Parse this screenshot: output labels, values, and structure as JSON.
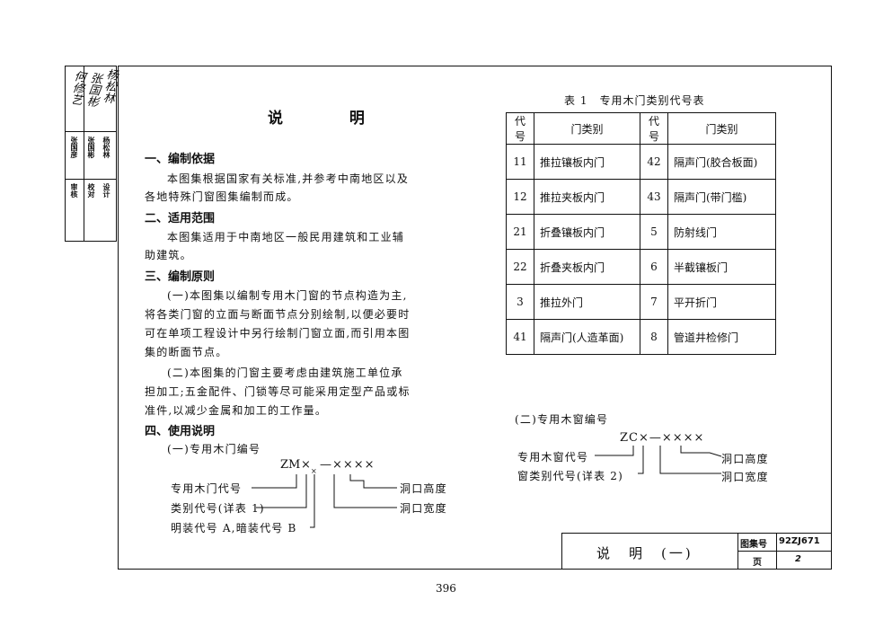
{
  "signature_block": {
    "roles": [
      "审核",
      "校对",
      "设计"
    ],
    "names": [
      "张国彦",
      "张国彬",
      "杨松林"
    ],
    "signatures": [
      "何修艺",
      "张国彬",
      "杨松林"
    ]
  },
  "doc_title": "说 明",
  "sections": {
    "s1_heading": "一、编制依据",
    "s1_l1": "本图集根据国家有关标准,并参考中南地区以及",
    "s1_l2": "各地特殊门窗图集编制而成。",
    "s2_heading": "二、适用范围",
    "s2_l1": "本图集适用于中南地区一般民用建筑和工业辅",
    "s2_l2": "助建筑。",
    "s3_heading": "三、编制原则",
    "s3_l1": "(一)本图集以编制专用木门窗的节点构造为主,",
    "s3_l2": "将各类门窗的立面与断面节点分别绘制,以便必要时",
    "s3_l3": "可在单项工程设计中另行绘制门窗立面,而引用本图",
    "s3_l4": "集的断面节点。",
    "s3_l5": "(二)本图集的门窗主要考虑由建筑施工单位承",
    "s3_l6": "担加工;五金配件、门锁等尽可能采用定型产品或标",
    "s3_l7": "准件,以减少金属和加工的工作量。",
    "s4_heading": "四、使用说明",
    "s4_sub": "(一)专用木门编号"
  },
  "door_code": {
    "prefix": "ZM",
    "x1": "×",
    "x2": "×",
    "rest": "—××××",
    "label_code": "专用木门代号",
    "label_type": "类别代号(详表 1)",
    "label_mount": "明装代号 A,暗装代号 B",
    "label_height": "洞口高度",
    "label_width": "洞口宽度"
  },
  "table1": {
    "title": "表 1　专用木门类别代号表",
    "headers": [
      "代号",
      "门类别",
      "代号",
      "门类别"
    ],
    "rows": [
      [
        "11",
        "推拉镶板内门",
        "42",
        "隔声门(胶合板面)"
      ],
      [
        "12",
        "推拉夹板内门",
        "43",
        "隔声门(带门槛)"
      ],
      [
        "21",
        "折叠镶板内门",
        "5",
        "防射线门"
      ],
      [
        "22",
        "折叠夹板内门",
        "6",
        "半截镶板门"
      ],
      [
        "3",
        "推拉外门",
        "7",
        "平开折门"
      ],
      [
        "41",
        "隔声门(人造革面)",
        "8",
        "管道井检修门"
      ]
    ]
  },
  "window_code": {
    "sub": "(二)专用木窗编号",
    "code": "ZC×—××××",
    "label_code": "专用木窗代号",
    "label_type": "窗类别代号(详表 2)",
    "label_height": "洞口高度",
    "label_width": "洞口宽度"
  },
  "title_block": {
    "name": "说　明　(一)",
    "atlas_label": "图集号",
    "atlas_no": "92ZJ671",
    "page_label": "页",
    "page_no": "2"
  },
  "page_number": "396"
}
